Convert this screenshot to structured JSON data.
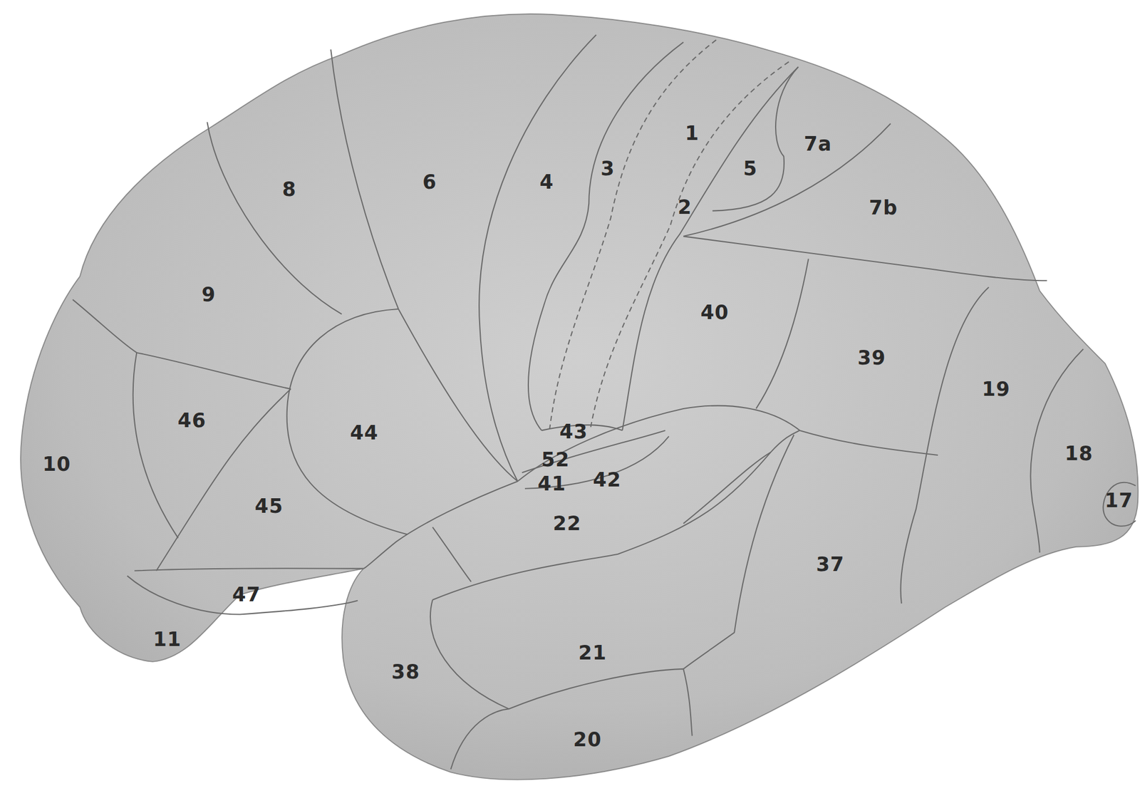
{
  "diagram": {
    "labels": [
      "7a",
      "1",
      "3",
      "5",
      "4",
      "6",
      "8",
      "2",
      "7b",
      "9",
      "40",
      "39",
      "19",
      "46",
      "44",
      "43",
      "10",
      "52",
      "42",
      "41",
      "18",
      "45",
      "17",
      "22",
      "37",
      "47",
      "11",
      "21",
      "38",
      "20"
    ]
  }
}
